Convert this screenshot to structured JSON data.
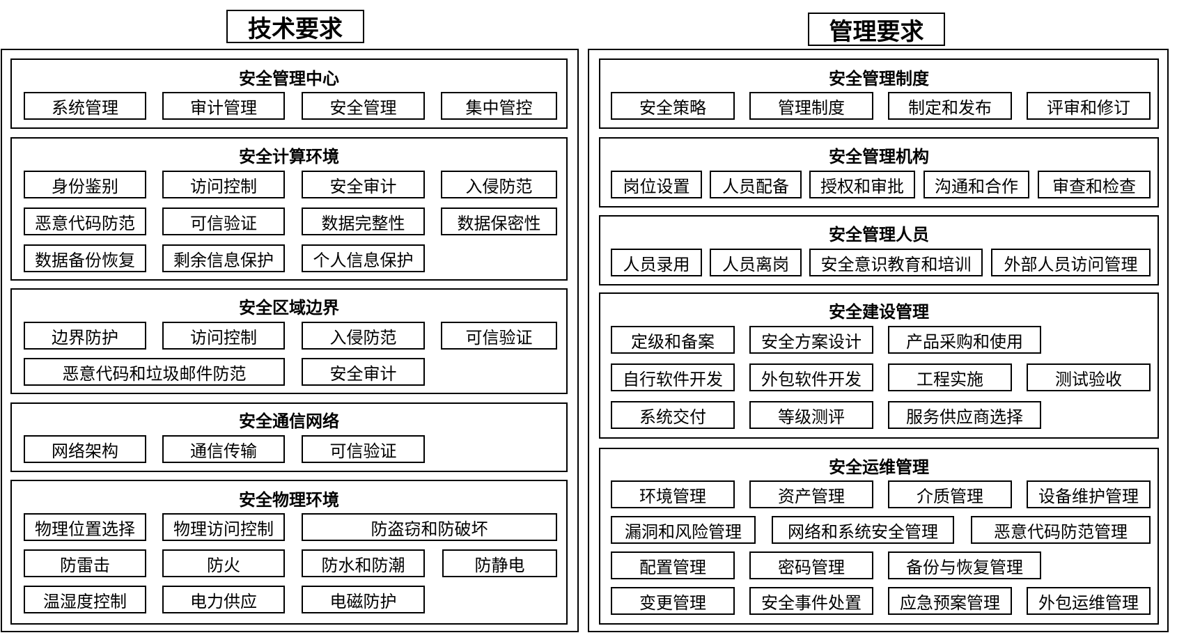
{
  "technical": {
    "title": "技术要求",
    "sections": [
      {
        "heading": "安全管理中心",
        "items": [
          "系统管理",
          "审计管理",
          "安全管理",
          "集中管控"
        ]
      },
      {
        "heading": "安全计算环境",
        "items": [
          "身份鉴别",
          "访问控制",
          "安全审计",
          "入侵防范",
          "恶意代码防范",
          "可信验证",
          "数据完整性",
          "数据保密性",
          "数据备份恢复",
          "剩余信息保护",
          "个人信息保护"
        ]
      },
      {
        "heading": "安全区域边界",
        "items": [
          "边界防护",
          "访问控制",
          "入侵防范",
          "可信验证",
          "恶意代码和垃圾邮件防范",
          "安全审计"
        ]
      },
      {
        "heading": "安全通信网络",
        "items": [
          "网络架构",
          "通信传输",
          "可信验证"
        ]
      },
      {
        "heading": "安全物理环境",
        "items": [
          "物理位置选择",
          "物理访问控制",
          "防盗窃和防破坏",
          "防雷击",
          "防火",
          "防水和防潮",
          "防静电",
          "温湿度控制",
          "电力供应",
          "电磁防护"
        ]
      }
    ]
  },
  "management": {
    "title": "管理要求",
    "sections": [
      {
        "heading": "安全管理制度",
        "items": [
          "安全策略",
          "管理制度",
          "制定和发布",
          "评审和修订"
        ]
      },
      {
        "heading": "安全管理机构",
        "items": [
          "岗位设置",
          "人员配备",
          "授权和审批",
          "沟通和合作",
          "审查和检查"
        ]
      },
      {
        "heading": "安全管理人员",
        "items": [
          "人员录用",
          "人员离岗",
          "安全意识教育和培训",
          "外部人员访问管理"
        ]
      },
      {
        "heading": "安全建设管理",
        "items": [
          "定级和备案",
          "安全方案设计",
          "产品采购和使用",
          "自行软件开发",
          "外包软件开发",
          "工程实施",
          "测试验收",
          "系统交付",
          "等级测评",
          "服务供应商选择"
        ]
      },
      {
        "heading": "安全运维管理",
        "items": [
          "环境管理",
          "资产管理",
          "介质管理",
          "设备维护管理",
          "漏洞和风险管理",
          "网络和系统安全管理",
          "恶意代码防范管理",
          "配置管理",
          "密码管理",
          "备份与恢复管理",
          "变更管理",
          "安全事件处置",
          "应急预案管理",
          "外包运维管理"
        ]
      }
    ]
  }
}
